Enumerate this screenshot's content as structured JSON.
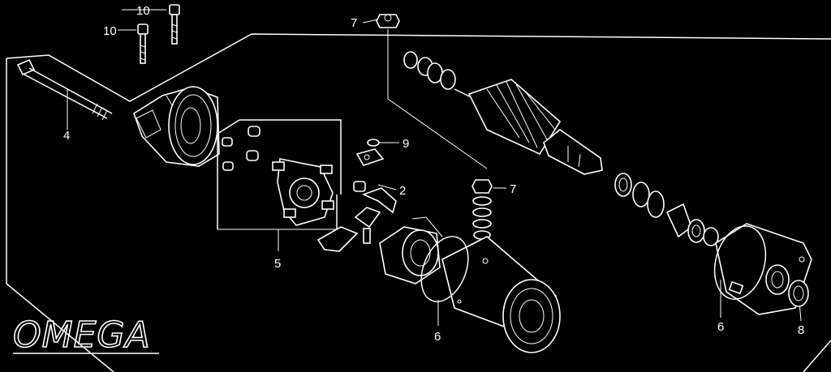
{
  "labels": {
    "bolt_top": "10",
    "bolt_left": "10",
    "nut_top": "7",
    "through_bolt": "4",
    "bracket_9": "9",
    "brush_2": "2",
    "nut_mid": "7",
    "brush_holder_set": "5",
    "oring_left": "6",
    "oring_right": "6",
    "washer_8": "8"
  },
  "logo": {
    "text": "OMEGA"
  },
  "colors": {
    "background": "#000000",
    "ink": "#ffffff"
  }
}
